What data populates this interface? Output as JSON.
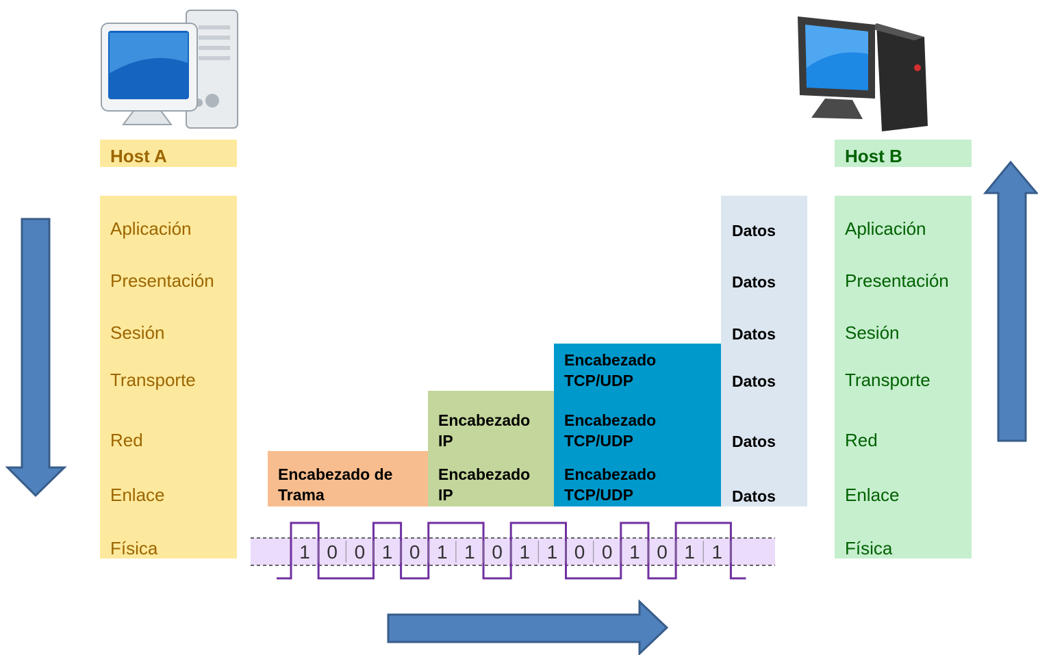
{
  "hosts": {
    "a": {
      "label": "Host A"
    },
    "b": {
      "label": "Host B"
    }
  },
  "layers": [
    "Aplicación",
    "Presentación",
    "Sesión",
    "Transporte",
    "Red",
    "Enlace",
    "Física"
  ],
  "encapsulation": {
    "datos": "Datos",
    "tcp_header": "Encabezado\nTCP/UDP",
    "ip_header": "Encabezado\nIP",
    "frame_header": "Encabezado de\nTrama"
  },
  "bits": [
    "1",
    "0",
    "0",
    "1",
    "0",
    "1",
    "1",
    "0",
    "1",
    "1",
    "0",
    "0",
    "1",
    "0",
    "1",
    "1"
  ],
  "colors": {
    "host_a": "#fde99d",
    "host_a_text": "#9c6500",
    "host_b": "#c6efce",
    "host_b_text": "#006100",
    "datos": "#dce6f1",
    "tcp": "#0099cc",
    "ip": "#c3d69b",
    "frame": "#f8bd8e",
    "arrow": "#4f81bd",
    "signal": "#7030a0"
  },
  "icons": {
    "host_a": "computer-icon",
    "host_b": "desktop-computer-icon",
    "down": "arrow-down-icon",
    "up": "arrow-up-icon",
    "right": "arrow-right-icon"
  }
}
